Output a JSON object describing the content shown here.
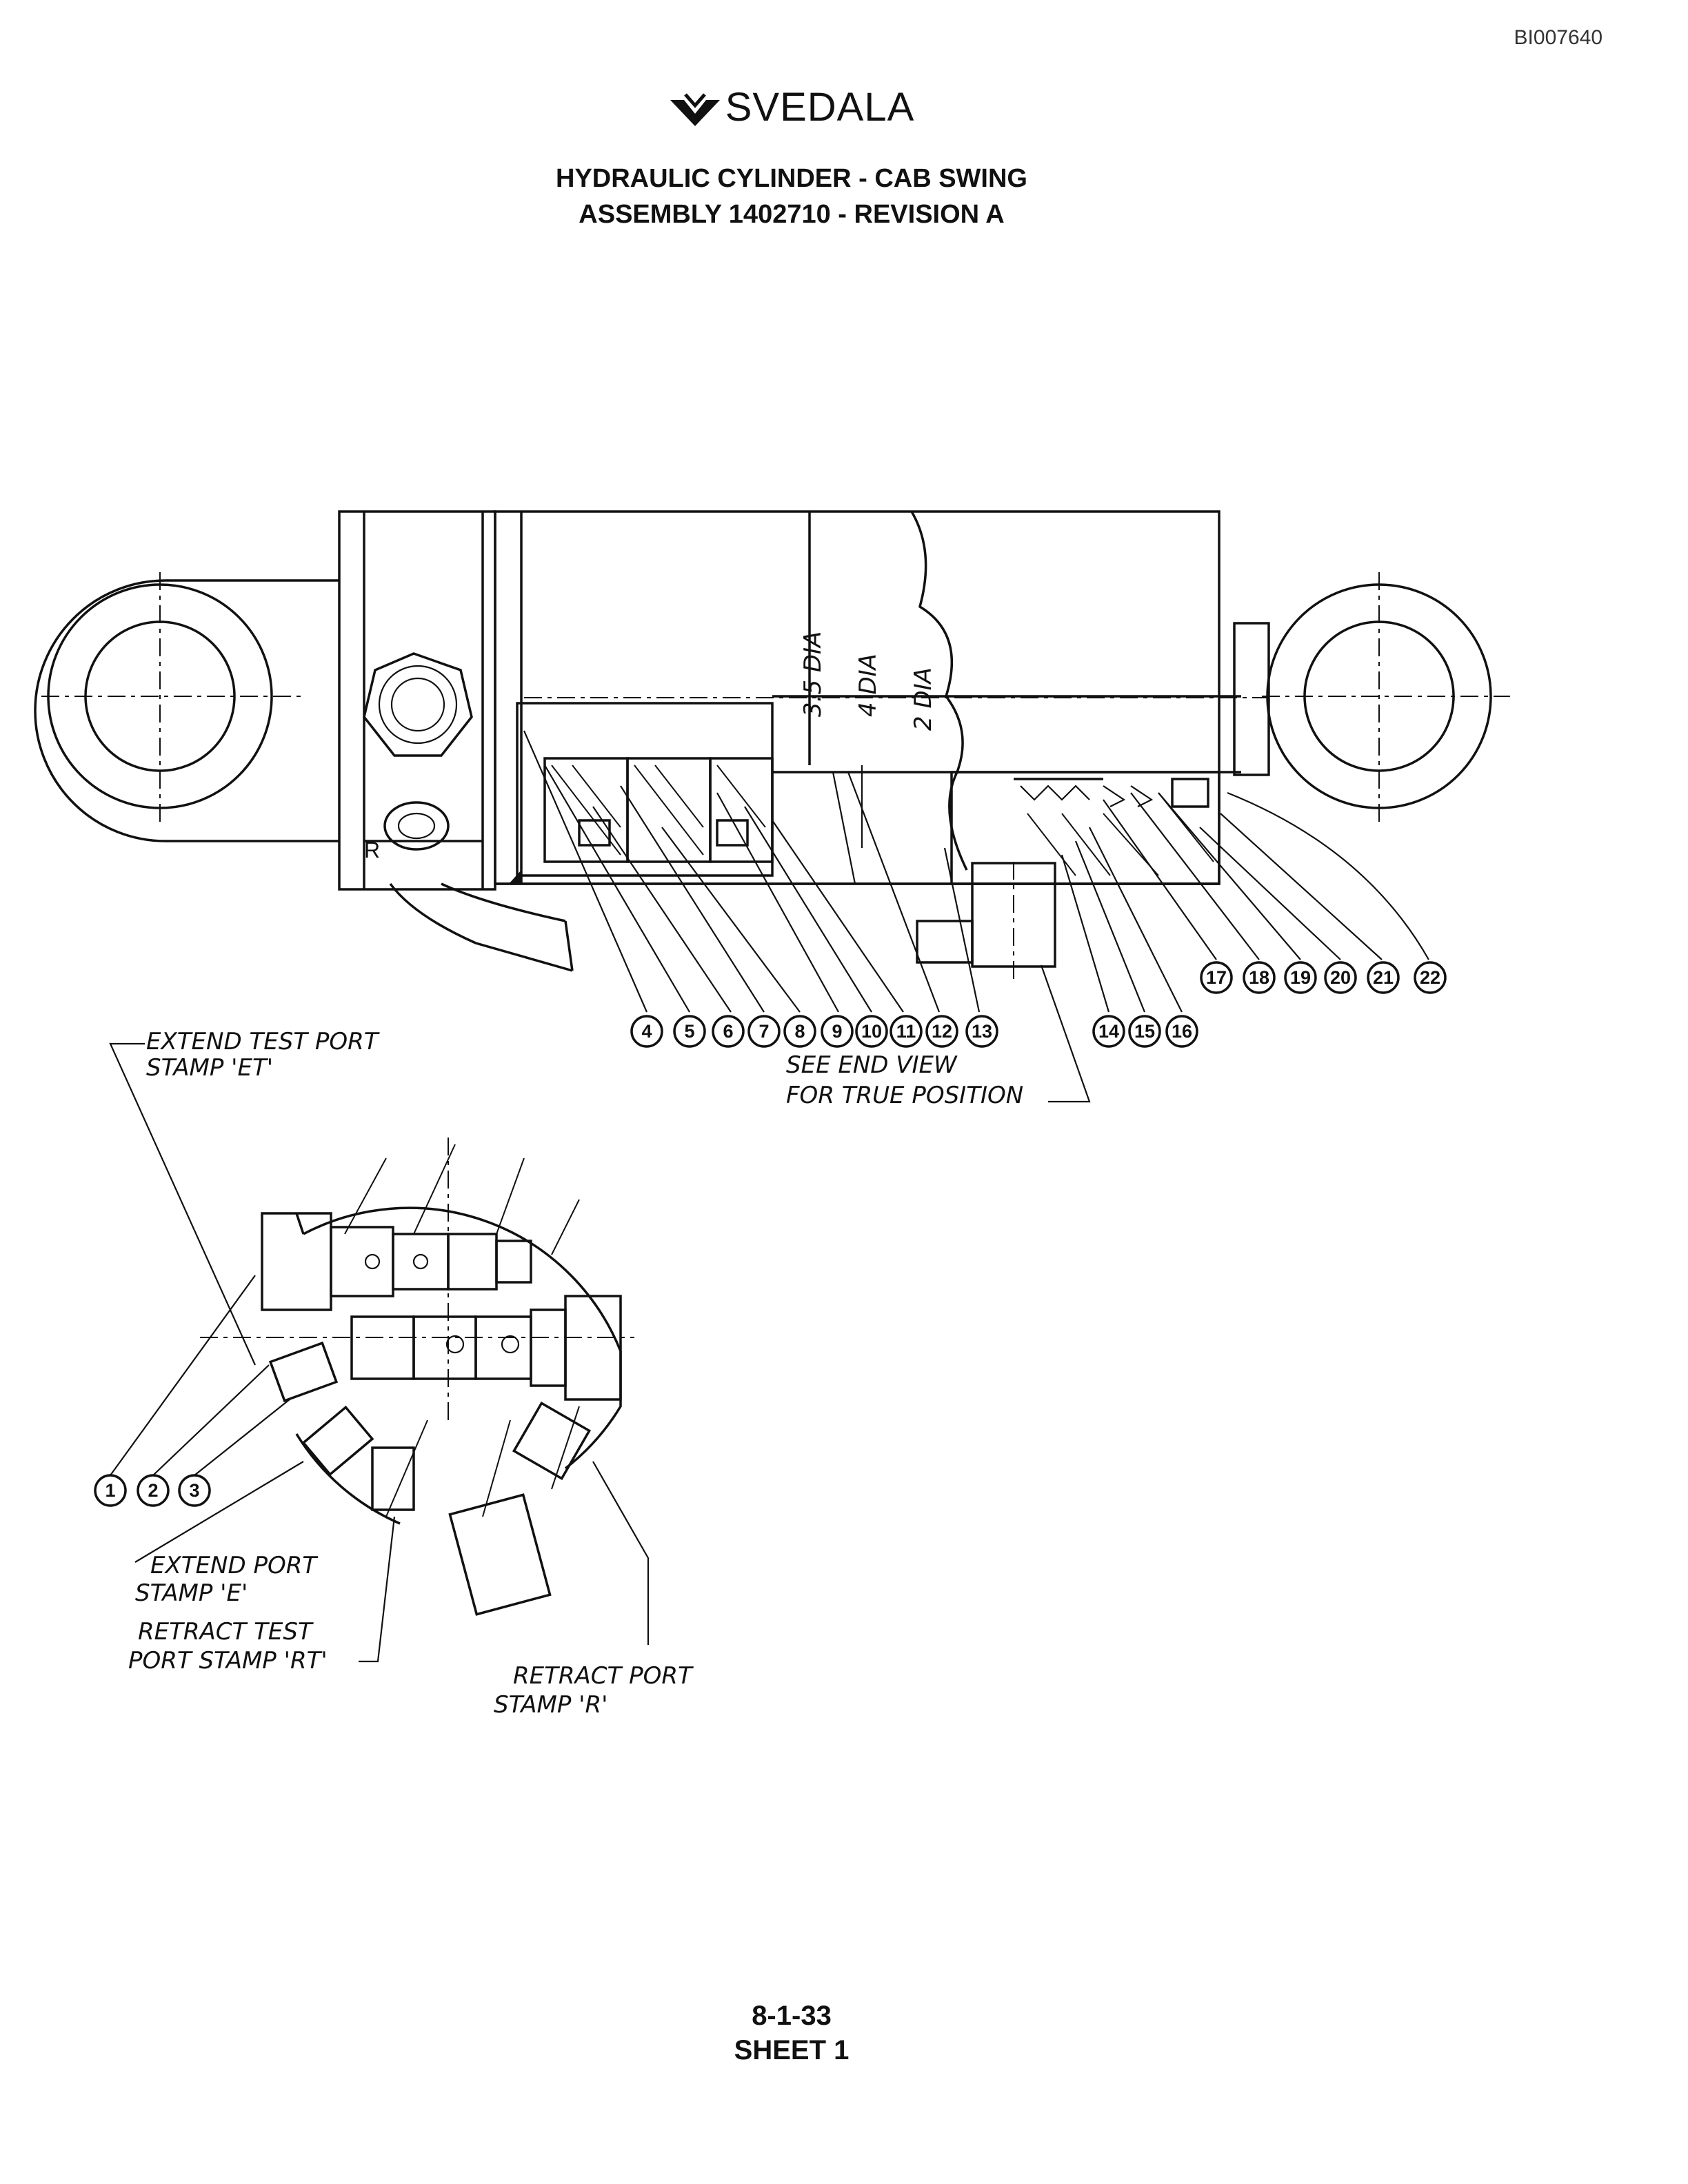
{
  "doc_id": "BI007640",
  "brand": {
    "name": "SVEDALA",
    "logo_icon": "svedala-chevron-logo"
  },
  "title": {
    "line1": "HYDRAULIC CYLINDER - CAB SWING",
    "line2": "ASSEMBLY 1402710 - REVISION A"
  },
  "dims": {
    "d1": "3.5 DIA",
    "d2": "4 DIA",
    "d3": "2 DIA"
  },
  "port_marker": "R",
  "callouts": [
    "1",
    "2",
    "3",
    "4",
    "5",
    "6",
    "7",
    "8",
    "9",
    "10",
    "11",
    "12",
    "13",
    "14",
    "15",
    "16",
    "17",
    "18",
    "19",
    "20",
    "21",
    "22"
  ],
  "notes": {
    "extend_test_1": "EXTEND TEST PORT",
    "extend_test_2": "STAMP 'ET'",
    "see_end_1": "SEE END VIEW",
    "see_end_2": "FOR TRUE POSITION",
    "extend_port_1": "EXTEND PORT",
    "extend_port_2": "STAMP 'E'",
    "retract_test_1": "RETRACT TEST",
    "retract_test_2": "PORT STAMP 'RT'",
    "retract_port_1": "RETRACT PORT",
    "retract_port_2": "STAMP 'R'"
  },
  "footer": {
    "page": "8-1-33",
    "sheet": "SHEET 1"
  }
}
